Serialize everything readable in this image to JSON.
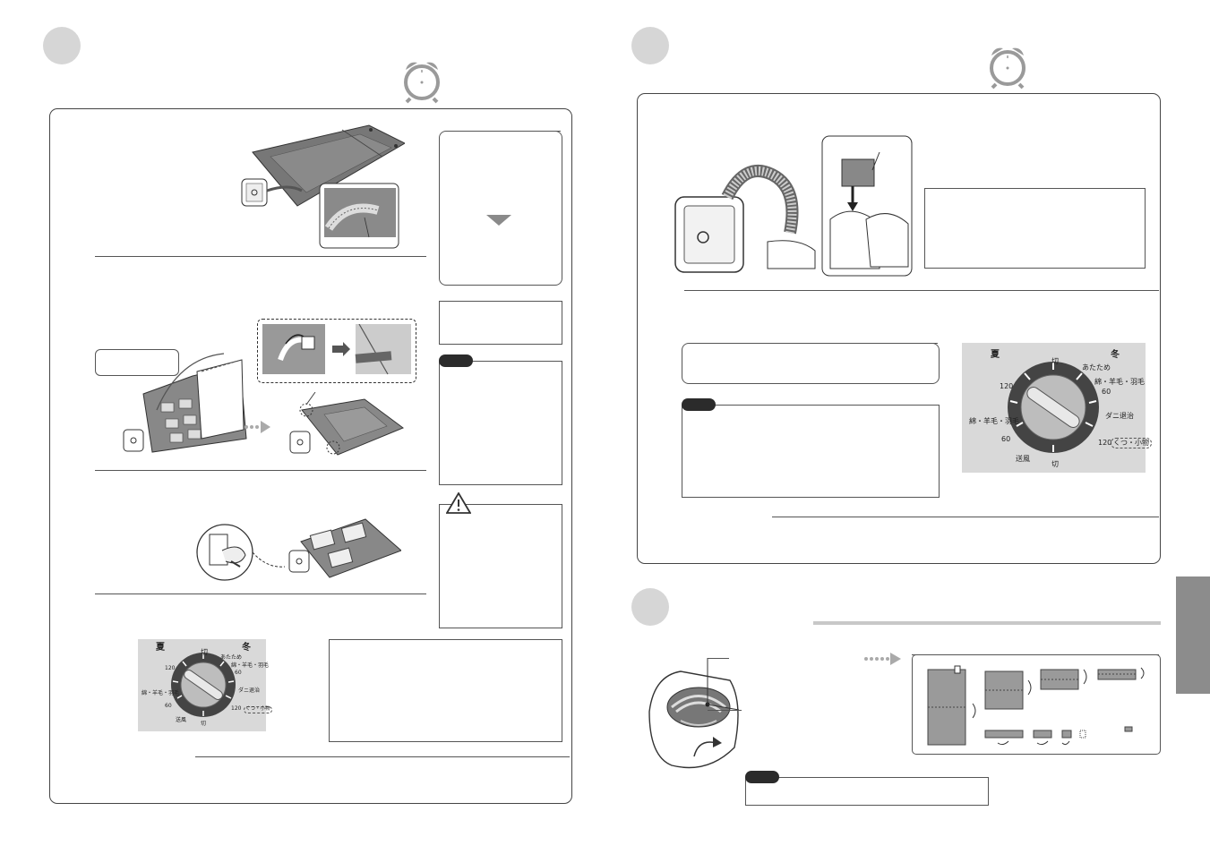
{
  "dial_left": {
    "season_summer": "夏",
    "season_winter": "冬",
    "off_top": "切",
    "off_bottom": "切",
    "atatame": "あたため",
    "wool_right": "綿・羊毛・羽毛",
    "sixty_right": "60",
    "dani": "ダニ退治",
    "one_twenty_right": "120",
    "kutsu": "くつ・小物",
    "one_twenty_left": "120",
    "wool_left": "綿・羊毛・羽毛",
    "sixty_left": "60",
    "soufuu": "送風"
  },
  "dial_right": {
    "season_summer": "夏",
    "season_winter": "冬",
    "off_top": "切",
    "off_bottom": "切",
    "atatame": "あたため",
    "wool_right": "綿・羊毛・羽毛",
    "sixty_right": "60",
    "dani": "ダニ退治",
    "one_twenty_right": "120",
    "kutsu": "くつ・小物",
    "one_twenty_left": "120",
    "wool_left": "綿・羊毛・羽毛",
    "sixty_left": "60",
    "soufuu": "送風"
  },
  "colors": {
    "panel_border": "#444444",
    "step_circle": "#d6d6d6",
    "dial_bg": "#d9d9d9",
    "side_tab": "#8c8c8c",
    "memo_pill": "#2b2b2b"
  },
  "icons": [
    "alarm-clock-icon",
    "warning-icon",
    "arrow-down-icon",
    "arrow-right-icon"
  ]
}
